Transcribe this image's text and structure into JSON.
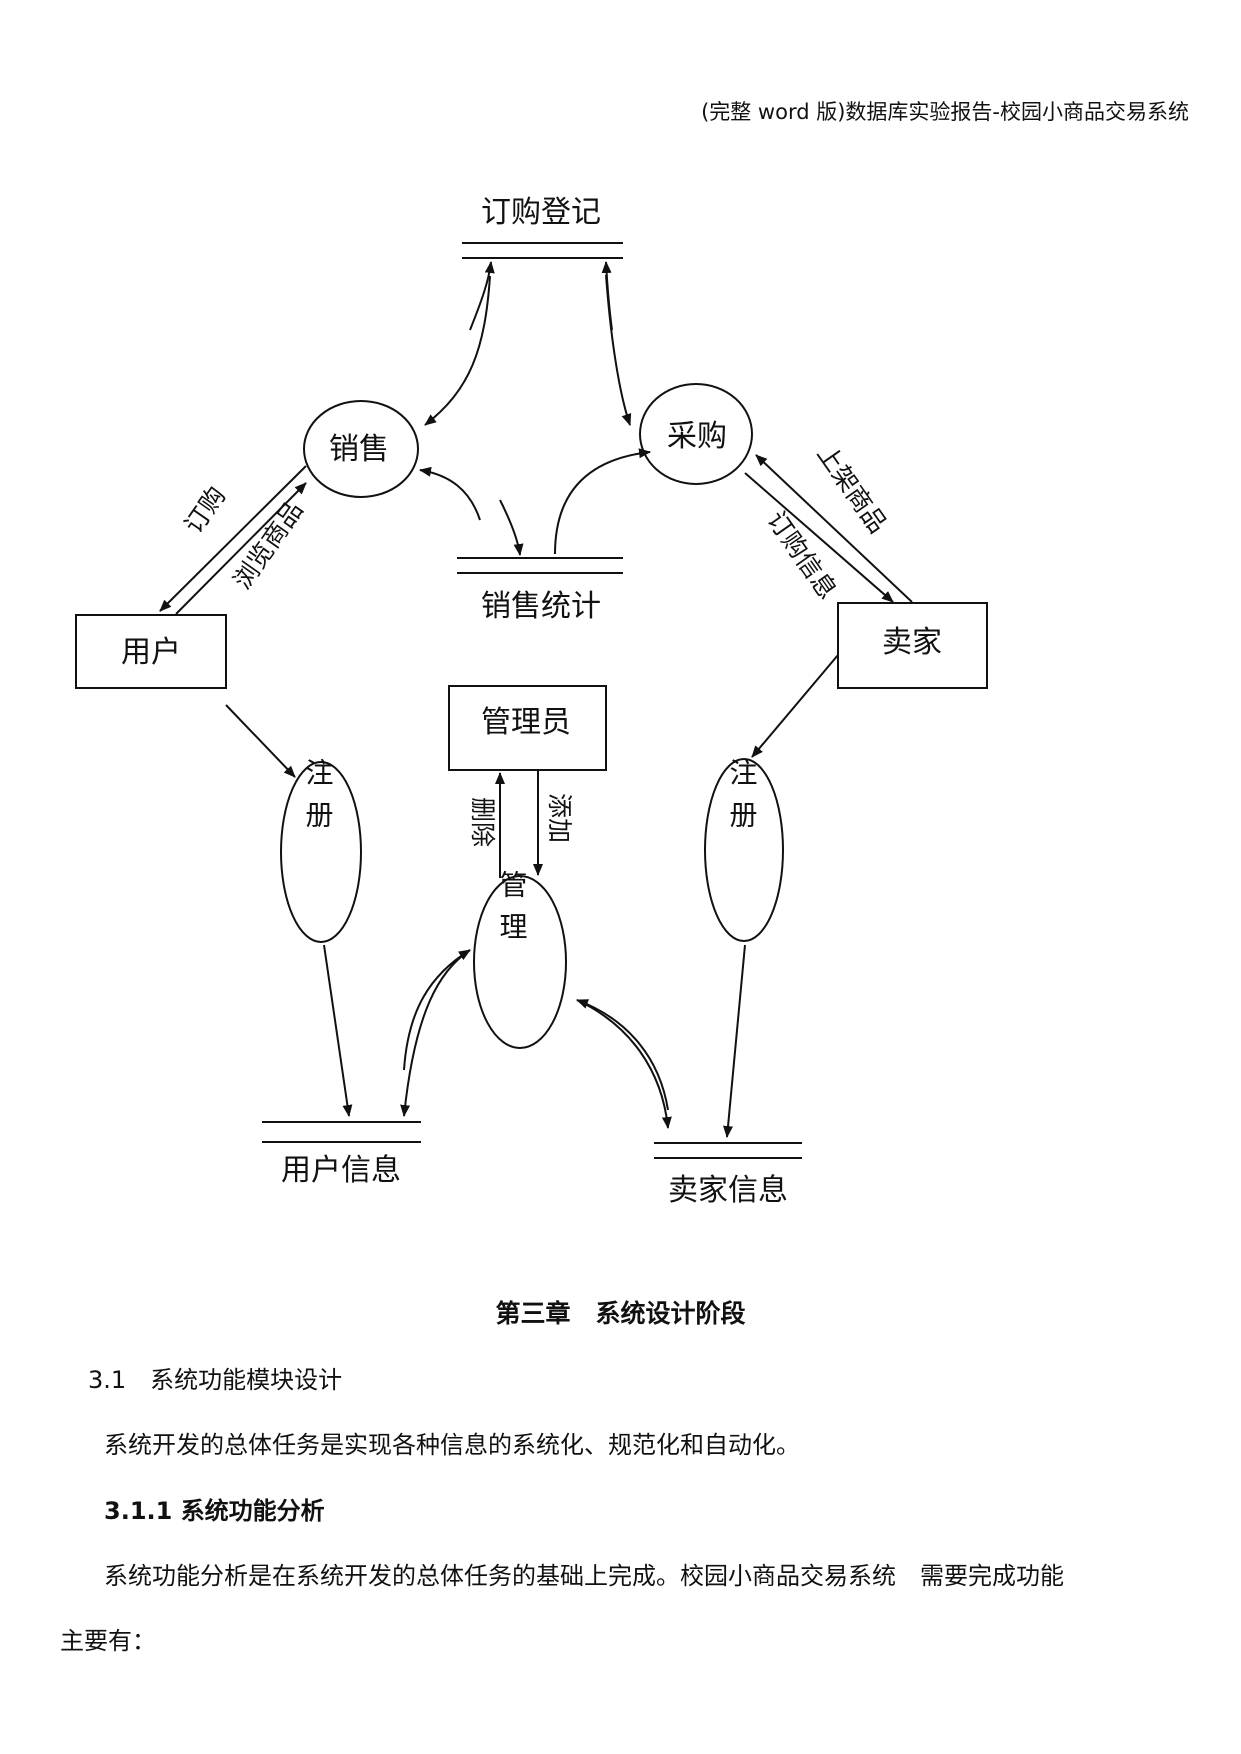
{
  "header": {
    "title": "(完整 word 版)数据库实验报告-校园小商品交易系统"
  },
  "diagram": {
    "stores": {
      "order_register": "订购登记",
      "sales_stats": "销售统计",
      "user_info": "用户信息",
      "seller_info": "卖家信息"
    },
    "processes": {
      "sales": "销售",
      "purchase": "采购",
      "register_user": "注册",
      "register_seller": "注册",
      "manage": "管理"
    },
    "entities": {
      "user": "用户",
      "seller": "卖家",
      "admin": "管理员"
    },
    "flows": {
      "order": "订购",
      "browse": "浏览商品",
      "list_goods": "上架商品",
      "order_info": "订购信息",
      "delete": "删除",
      "add": "添加"
    }
  },
  "body": {
    "chapter": "第三章　系统设计阶段",
    "section": "3.1　系统功能模块设计",
    "para1": "系统开发的总体任务是实现各种信息的系统化、规范化和自动化。",
    "subsection": "3.1.1 系统功能分析",
    "para2_line1": "系统功能分析是在系统开发的总体任务的基础上完成。校园小商品交易系统　需要完成功能",
    "para2_line2": "主要有："
  }
}
